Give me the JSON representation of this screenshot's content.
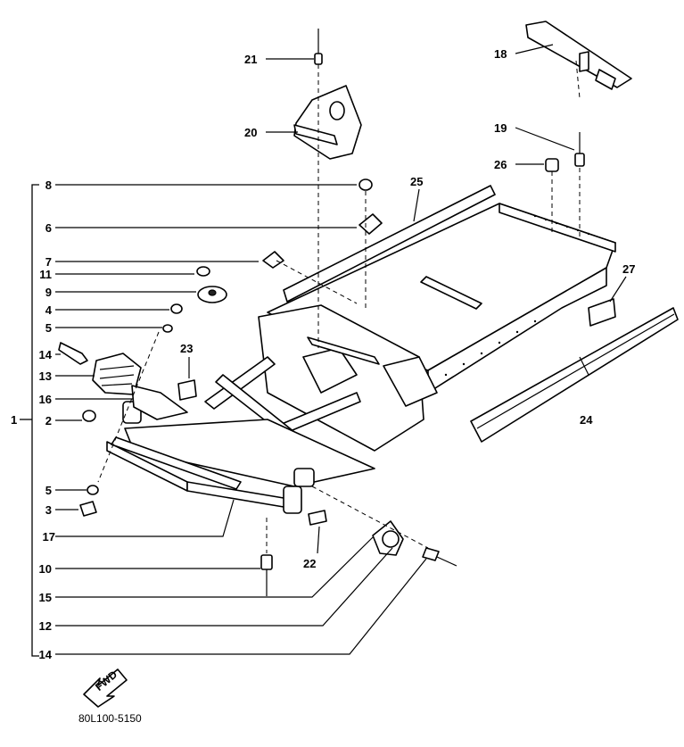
{
  "figure_code": "80L100-5150",
  "fwd_label": "FWD",
  "group_label": "1",
  "left_callouts": [
    "8",
    "6",
    "7",
    "11",
    "9",
    "4",
    "5",
    "14",
    "13",
    "16",
    "2",
    "5",
    "3",
    "17",
    "10",
    "15",
    "12",
    "14"
  ],
  "callouts": [
    "21",
    "20",
    "18",
    "19",
    "26",
    "25",
    "27",
    "24",
    "23",
    "22"
  ]
}
